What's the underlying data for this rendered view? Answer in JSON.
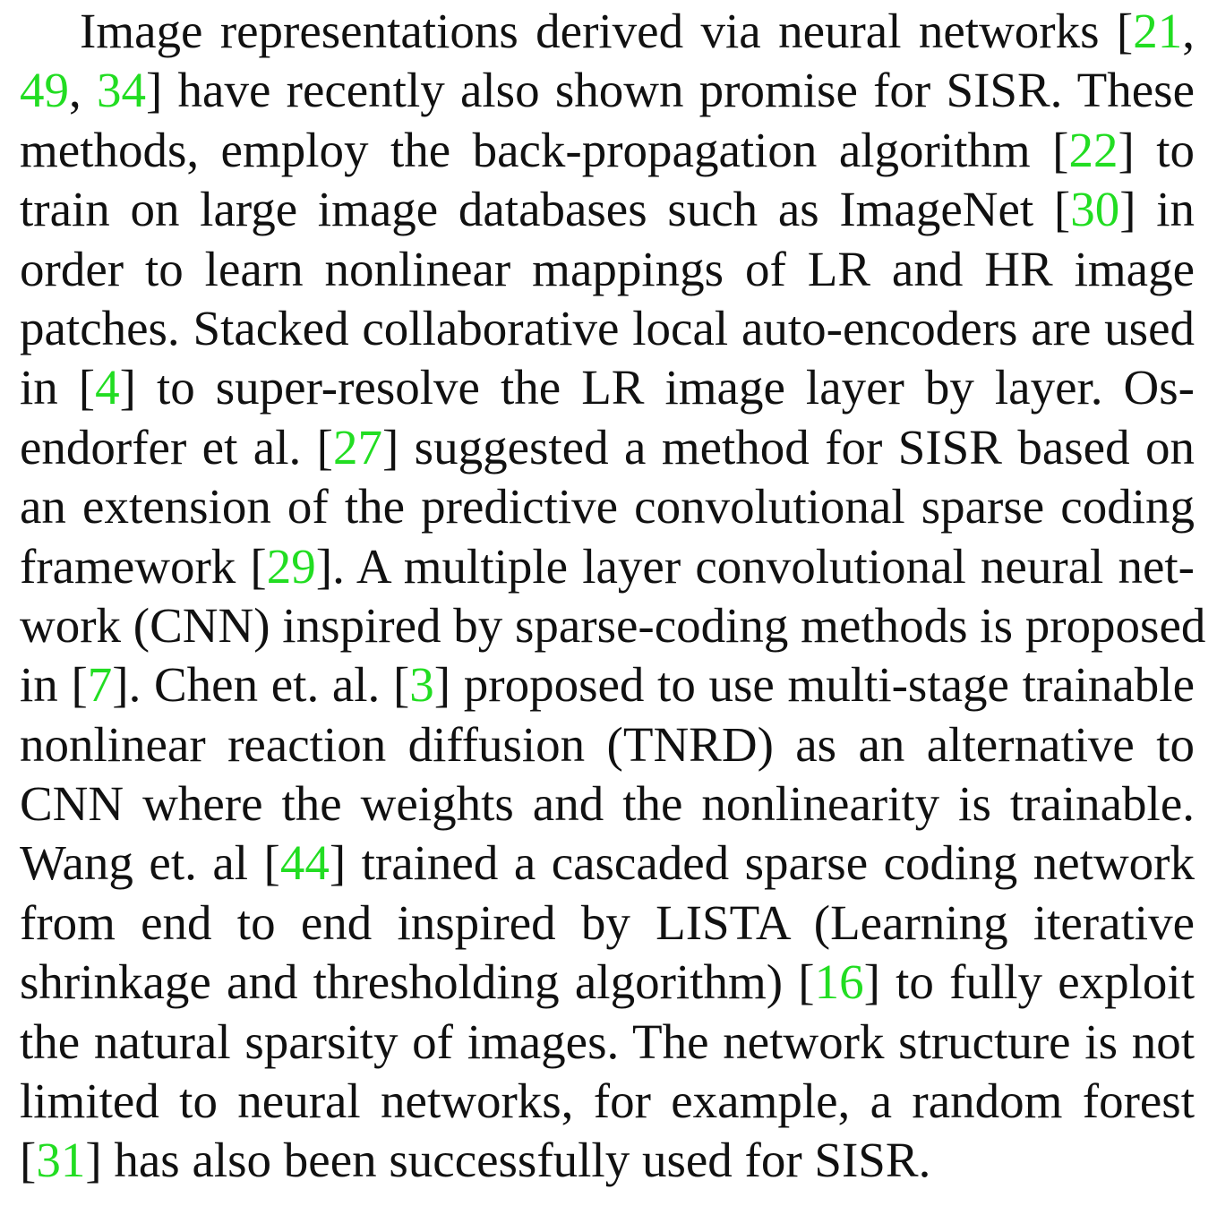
{
  "paragraph": {
    "lines": [
      [
        {
          "t": "Image representations derived via neural networks ["
        },
        {
          "c": "21"
        },
        {
          "t": ","
        }
      ],
      [
        {
          "c": "49"
        },
        {
          "t": ", "
        },
        {
          "c": "34"
        },
        {
          "t": "] have recently also shown promise for SISR. These"
        }
      ],
      [
        {
          "t": "methods, employ the back-propagation algorithm ["
        },
        {
          "c": "22"
        },
        {
          "t": "] to"
        }
      ],
      [
        {
          "t": "train on large image databases such as ImageNet ["
        },
        {
          "c": "30"
        },
        {
          "t": "] in"
        }
      ],
      [
        {
          "t": "order to learn nonlinear mappings of LR and HR image"
        }
      ],
      [
        {
          "t": "patches. Stacked collaborative local auto-encoders are used"
        }
      ],
      [
        {
          "t": "in ["
        },
        {
          "c": "4"
        },
        {
          "t": "] to super-resolve the LR image layer by layer.  Os-"
        }
      ],
      [
        {
          "t": "endorfer et al.  ["
        },
        {
          "c": "27"
        },
        {
          "t": "] suggested a method for SISR based on"
        }
      ],
      [
        {
          "t": "an extension of the predictive convolutional sparse coding"
        }
      ],
      [
        {
          "t": "framework ["
        },
        {
          "c": "29"
        },
        {
          "t": "]. A multiple layer convolutional neural net-"
        }
      ],
      [
        {
          "t": "work (CNN) inspired by sparse-coding methods is proposed"
        }
      ],
      [
        {
          "t": "in ["
        },
        {
          "c": "7"
        },
        {
          "t": "]. Chen et. al. ["
        },
        {
          "c": "3"
        },
        {
          "t": "] proposed to use multi-stage trainable"
        }
      ],
      [
        {
          "t": "nonlinear reaction diffusion (TNRD) as an alternative to"
        }
      ],
      [
        {
          "t": "CNN where the weights and the nonlinearity is trainable."
        }
      ],
      [
        {
          "t": "Wang et. al ["
        },
        {
          "c": "44"
        },
        {
          "t": "] trained a cascaded sparse coding network"
        }
      ],
      [
        {
          "t": "from end to end inspired by LISTA (Learning iterative"
        }
      ],
      [
        {
          "t": "shrinkage and thresholding algorithm) ["
        },
        {
          "c": "16"
        },
        {
          "t": "] to fully exploit"
        }
      ],
      [
        {
          "t": "the natural sparsity of images. The network structure is not"
        }
      ],
      [
        {
          "t": "limited to neural networks, for example, a random forest"
        }
      ],
      [
        {
          "t": "["
        },
        {
          "c": "31"
        },
        {
          "t": "] has also been successfully used for SISR."
        }
      ]
    ]
  },
  "colors": {
    "text": "#111111",
    "citation": "#22dd22"
  }
}
